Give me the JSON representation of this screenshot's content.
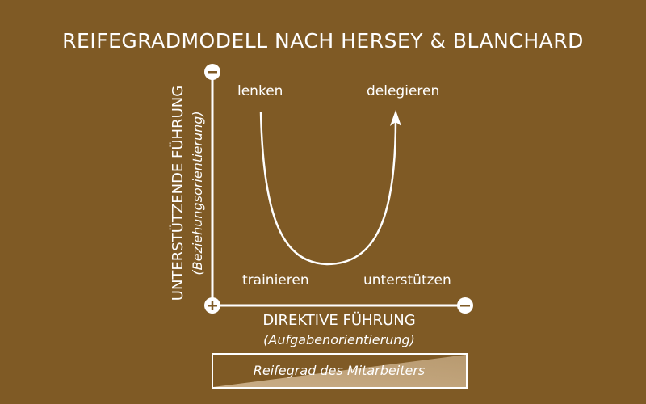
{
  "title": "REIFEGRADMODELL NACH HERSEY & BLANCHARD",
  "y_axis": {
    "label": "UNTERSTÜTZENDE FÜHRUNG",
    "sublabel": "(Beziehungsorientierung)"
  },
  "x_axis": {
    "label": "DIREKTIVE FÜHRUNG",
    "sublabel": "(Aufgabenorientierung)"
  },
  "quadrants": {
    "top_left": "lenken",
    "top_right": "delegieren",
    "bottom_left": "trainieren",
    "bottom_right": "unterstützen"
  },
  "markers": {
    "origin": "+",
    "y_end": "−",
    "x_end": "−"
  },
  "maturity_bar": {
    "label": "Reifegrad des Mitarbeiters"
  },
  "colors": {
    "background": "#7f5a25",
    "foreground": "#ffffff",
    "gradient_light": "#c9ad86"
  }
}
